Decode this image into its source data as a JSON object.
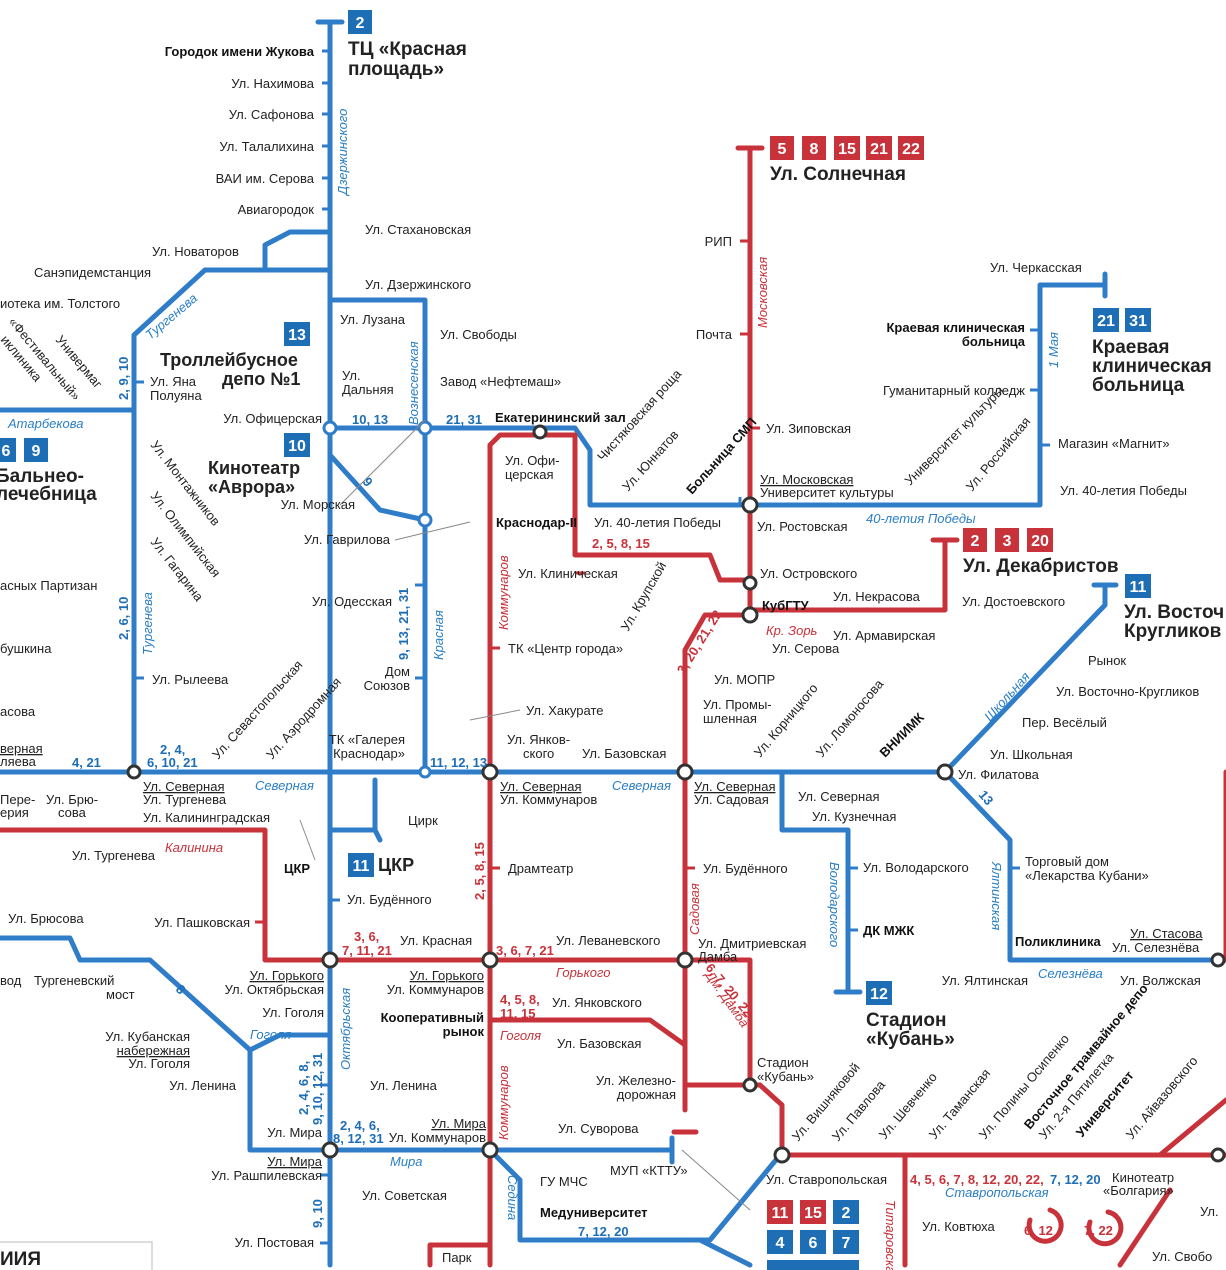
{
  "colors": {
    "trolleybus": "#2f7cc8",
    "tram": "#c8323a"
  },
  "terminals": {
    "krasnaya": {
      "badges": [
        "2"
      ],
      "name1": "ТЦ «Красная",
      "name2": "площадь»"
    },
    "solnechnaya": {
      "badges": [
        "5",
        "8",
        "15",
        "21",
        "22"
      ],
      "name": "Ул. Солнечная"
    },
    "hospital": {
      "badges": [
        "21",
        "31"
      ],
      "name1": "Краевая",
      "name2": "клиническая",
      "name3": "больница"
    },
    "dekabristov": {
      "badges": [
        "2",
        "3",
        "20"
      ],
      "name": "Ул. Декабристов"
    },
    "vostoch": {
      "badges": [
        "11"
      ],
      "name1": "Ул. Восточ",
      "name2": "Кругликов"
    },
    "balneo": {
      "badges": [
        "6",
        "9"
      ],
      "name1": "Бальнео-",
      "name2": "лечебница"
    },
    "depo": {
      "badge": "13",
      "name1": "Троллейбусное",
      "name2": "депо №1"
    },
    "avrora": {
      "badge": "10",
      "name1": "Кинотеатр",
      "name2": "«Аврора»"
    },
    "ckr": {
      "badge": "11",
      "name": "ЦКР"
    },
    "stadium": {
      "badge": "12",
      "name1": "Стадион",
      "name2": "«Кубань»"
    },
    "bottom": {
      "row1": [
        "11",
        "15",
        "2"
      ],
      "row2": [
        "4",
        "6",
        "7"
      ]
    }
  },
  "stops": {
    "dz": [
      "Городок имени Жукова",
      "Ул. Нахимова",
      "Ул. Сафонова",
      "Ул. Талалихина",
      "ВАИ им. Серова",
      "Авиагородок"
    ],
    "stakhanovskaya": "Ул. Стахановская",
    "novatorov": "Ул. Новаторов",
    "sanepid": "Санэпидемстанция",
    "tolstoy": "иотека им. Толстого",
    "dzerzhinskogo": "Ул. Дзержинского",
    "luzana": "Ул. Лузана",
    "svobody": "Ул. Свободы",
    "dalnyaya1": "Ул.",
    "dalnyaya2": "Дальняя",
    "neftemash": "Завод «Нефтемаш»",
    "yana1": "Ул. Яна",
    "yana2": "Полуяна",
    "oficerskaya": "Ул. Офицерская",
    "ekat": "Екатерининский зал",
    "morskaya": "Ул. Морская",
    "gavrilova": "Ул. Гаврилова",
    "krasnodar2": "Краснодар-II",
    "of1": "Ул. Офи-",
    "of2": "церская",
    "odesskaya": "Ул. Одесская",
    "dom1": "Дом",
    "dom2": "Союзов",
    "ryleeva": "Ул. Рылеева",
    "galereya1": "ТК «Галерея",
    "galereya2": "Краснодар»",
    "hakurate": "Ул. Хакурате",
    "yankov1": "Ул. Янков-",
    "yankov2": "ского",
    "bazovskaya": "Ул. Базовская",
    "klinicheskaya": "Ул. Клиническая",
    "centr": "ТК «Центр города»",
    "pobedy_left": "Ул. 40-летия Победы",
    "rostovskaya": "Ул. Ростовская",
    "moskovskaya": "Ул. Московская",
    "univer": "Университет культуры",
    "zipovskaya": "Ул. Зиповская",
    "rip": "РИП",
    "pochta": "Почта",
    "ostrovskogo": "Ул. Островского",
    "kubgtu": "КубГТУ",
    "nekrasova": "Ул. Некрасова",
    "dostoevskogo": "Ул. Достоевского",
    "armavirskaya": "Ул. Армавирская",
    "serova": "Ул. Серова",
    "mopr": "Ул. МОПР",
    "prom1": "Ул. Промы-",
    "prom2": "шленная",
    "cherkasskaya": "Ул. Черкасская",
    "kraevaya1": "Краевая клиническая",
    "kraevaya2": "больница",
    "gumanitarny": "Гуманитарный колледж",
    "magnit": "Магазин «Магнит»",
    "pobedy_right": "Ул. 40-летия Победы",
    "rynok": "Рынок",
    "vostochno": "Ул. Восточно-Кругликов",
    "vesely": "Пер. Весёлый",
    "shkolnaya": "Ул. Школьная",
    "filatova": "Ул. Филатова",
    "severnaya_r": "Ул. Северная",
    "kuznechnaya": "Ул. Кузнечная",
    "volodarskogo": "Ул. Володарского",
    "torg1": "Торговый дом",
    "torg2": "«Лекарства Кубани»",
    "dkmzhk": "ДК МЖК",
    "poliklinika": "Поликлиника",
    "stasova": "Ул. Стасова",
    "selezneva": "Ул. Селезнёва",
    "yaltinskaya": "Ул. Ялтинская",
    "volzhskaya": "Ул. Волжская",
    "budennogo_r": "Ул. Будённого",
    "dmitr1": "Ул. Дмитриевская",
    "dmitr2": "Дамба",
    "stadion1": "Стадион",
    "stadion2": "«Кубань»",
    "zhel1": "Ул. Железно-",
    "zhel2": "дорожная",
    "suvorova": "Ул. Суворова",
    "gumchs": "ГУ МЧС",
    "mup": "МУП «КТТУ»",
    "meduni": "Медуниверситет",
    "stavropolskaya_s": "Ул. Ставропольская",
    "kovtyukha": "Ул. Ковтюха",
    "kino1": "Кинотеатр",
    "kino2": "«Болгария»",
    "svobo": "Ул. Свобо",
    "ul_short": "Ул.",
    "sev1": "Ул. Северная",
    "sev1b": "Ул. Тургенева",
    "kaliningradskaya": "Ул. Калининградская",
    "sev2": "Ул. Северная",
    "sev2b": "Ул. Коммунаров",
    "sev3": "Ул. Северная",
    "sev3b": "Ул. Садовая",
    "cirk": "Цирк",
    "ckr_s": "ЦКР",
    "turgeneva": "Ул. Тургенева",
    "budennogo": "Ул. Будённого",
    "dramteatr": "Драмтеатр",
    "pashkovskaya": "Ул. Пашковская",
    "krasnaya_s": "Ул. Красная",
    "levanevskogo": "Ул. Леваневского",
    "brusova": "Ул. Брюсова",
    "gorkogo1": "Ул. Горького",
    "gorkogo1b": "Ул. Октябрьская",
    "gorkogo2": "Ул. Горького",
    "gorkogo2b": "Ул. Коммунаров",
    "yankovskogo": "Ул. Янковского",
    "gogolya": "Ул. Гоголя",
    "koop1": "Кооперативный",
    "koop2": "рынок",
    "bazovskaya2": "Ул. Базовская",
    "kub1": "Ул. Кубанская",
    "kub2": "набережная",
    "kub3": "Ул. Гоголя",
    "lenina_l": "Ул. Ленина",
    "lenina_m": "Ул. Ленина",
    "mira_l": "Ул. Мира",
    "mira_l2": "Ул. Мира",
    "rashpilevskaya": "Ул. Рашпилевская",
    "mira_m": "Ул. Мира",
    "mira_mb": "Ул. Коммунаров",
    "sovetskaya": "Ул. Советская",
    "postovaya": "Ул. Постовая",
    "park1": "Парк",
    "turg_most1": "Тургеневский",
    "turg_most2": "мост",
    "vod": "вод",
    "sacnyh": "асных Партизан",
    "bushkina": "бушкина",
    "asova": "асова",
    "pere1": "Пере-",
    "pere2": "ерия",
    "bru1": "Ул. Брю-",
    "bru2": "сова",
    "vernaya1": "верная",
    "vernaya2": "ляева",
    "bottom_left": "ИИЯ"
  },
  "diag_stops": [
    "«Фестивальный»",
    "иклиника",
    "Универмаг",
    "Ул. Монтажников",
    "Ул. Олимпийская",
    "Ул. Гагарина",
    "Ул. Севастопольская",
    "Ул. Аэродромная",
    "Чистяковская роща",
    "Ул. Юннатов",
    "Больница СМП",
    "Ул. Крупской",
    "Университет культуры",
    "Ул. Российская",
    "Ул. Корницкого",
    "Ул. Ломоносова",
    "ВНИИМК",
    "Ул. Вишняковой",
    "Ул. Павлова",
    "Ул. Шевченко",
    "Ул. Таманская",
    "Ул. Полины Осипенко",
    "Восточное трамвайное депо",
    "Ул. 2-я Пятилетка",
    "Университет",
    "Ул. Айвазовского"
  ],
  "streets": {
    "dzerzhinskogo": "Дзержинского",
    "turgeneva1": "Тургенева",
    "turgeneva2": "Тургенева",
    "atarbekova": "Атарбекова",
    "voznesenskaya": "Вознесенская",
    "krasnaya": "Красная",
    "kommunarov1": "Коммунаров",
    "kommunarov2": "Коммунаров",
    "moskovskaya": "Московская",
    "pobedy": "40-летия Победы",
    "maya": "1 Мая",
    "kr_zor": "Кр. Зорь",
    "shkolnaya": "Школьная",
    "severnaya1": "Северная",
    "severnaya2": "Северная",
    "kalinina": "Калинина",
    "sadovaya": "Садовая",
    "volodarskogo": "Володарского",
    "yaltinskaya": "Ялтинская",
    "seleznyova": "Селезнёва",
    "gorkogo": "Горького",
    "dm_damba": "Дм. Дамба",
    "gogolya1": "Гоголя",
    "gogolya2": "Гоголя",
    "oktyabrskaya": "Октябрьская",
    "mira": "Мира",
    "sedina": "Седина",
    "stavropolskaya": "Ставропольская",
    "titarovskaya": "Титаровская"
  },
  "route_labels": {
    "r2_9_10": "2, 9, 10",
    "r2_6_10": "2, 6, 10",
    "r10_13": "10, 13",
    "r21_31": "21, 31",
    "r9": "9",
    "r9_13_21_31": "9, 13, 21, 31",
    "r4_21": "4, 21",
    "r2_4_6_10_21_a": "2, 4,",
    "r2_4_6_10_21_b": "6, 10, 21",
    "r11_12_13": "11, 12, 13",
    "r2_5_8_15": "2, 5, 8, 15",
    "r2_5_8_15_v": "2, 5, 8, 15",
    "r3_20_21_22": "3, 20, 21, 22",
    "r13": "13",
    "r8": "8",
    "r3_6_a": "3, 6,",
    "r7_11_21": "7, 11, 21",
    "r3_6_7_21": "3, 6, 7, 21",
    "r4_5_8": "4, 5, 8,",
    "r11_15": "11, 15",
    "r6_7_20_22": "6, 7, 20, 22",
    "r2_4_6_8": "2, 4, 6, 8,",
    "r9_10_12_31": "9, 10, 12, 31",
    "r2_4_6_a": "2, 4, 6,",
    "r8_12_31": "8, 12, 31",
    "r9_10": "9, 10",
    "r7_12_20": "7, 12, 20",
    "r_stav_red": "4, 5, 6, 7, 8, 12, 20, 22,",
    "r_stav_blue": "7, 12, 20",
    "loop1": "6, 12",
    "loop2": "7, 22"
  }
}
